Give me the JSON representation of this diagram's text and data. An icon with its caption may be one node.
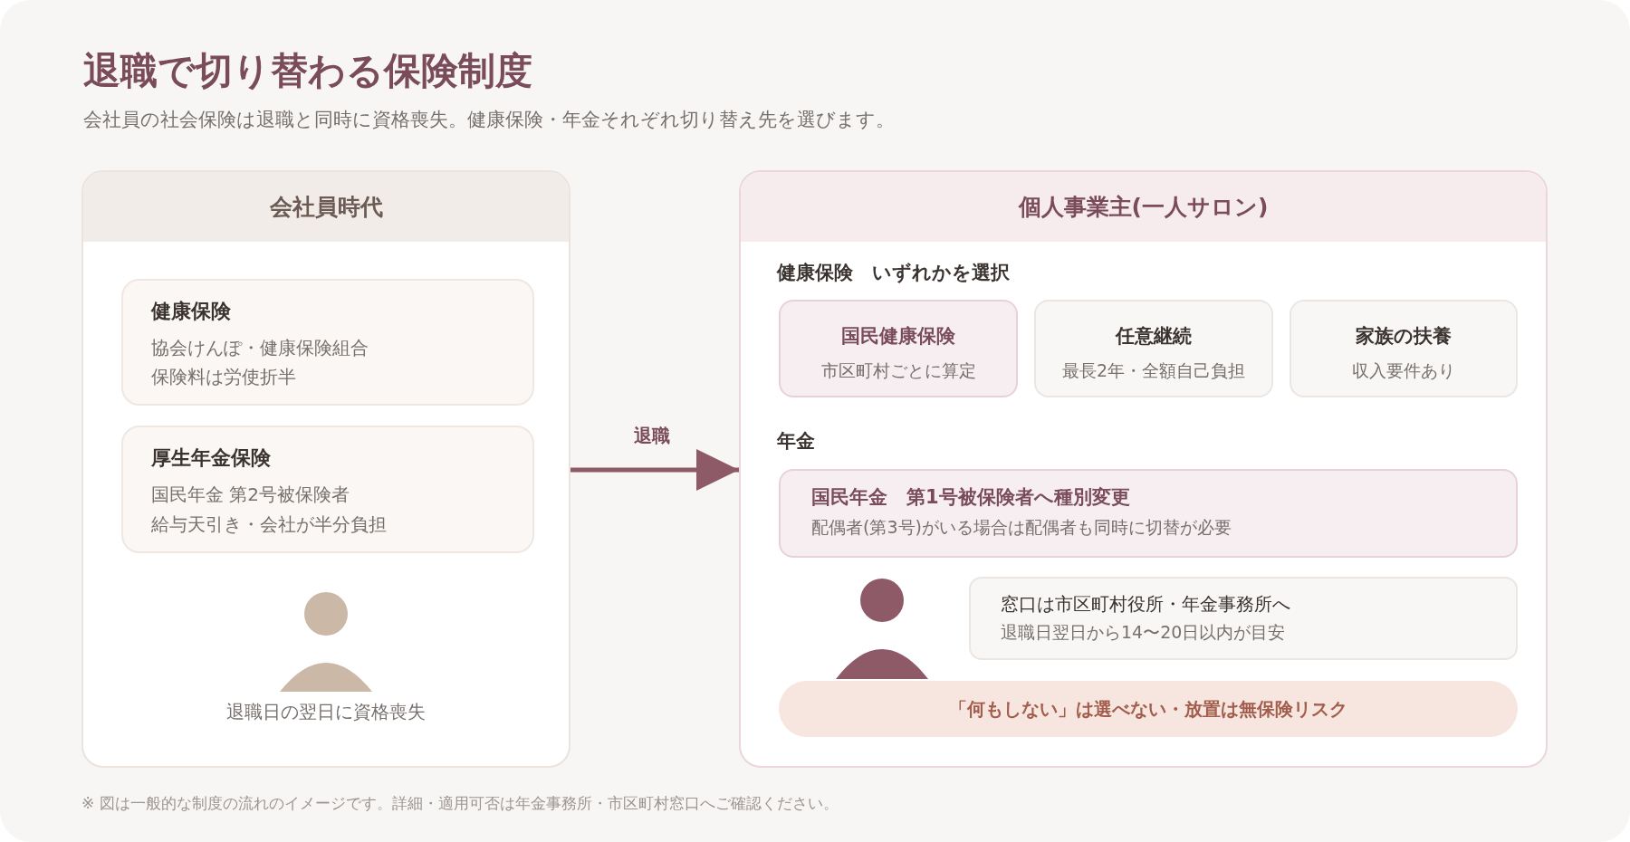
{
  "diagram": {
    "title": "退職で切り替わる保険制度",
    "nodes": [
      {
        "text": [
          "会社員時代",
          "退職日の翌日に資格喪失"
        ]
      },
      {
        "text": [
          "健康保険",
          "協会けんぽ・健康保険組合",
          "保険料は労使折半"
        ],
        "in": 0
      },
      {
        "text": [
          "厚生年金保険",
          "国民年金 第2号被保険者",
          "給与天引き・会社が半分負担"
        ],
        "in": 0
      },
      {
        "text": [
          "個人事業主(一人サロン)",
          "健康保険　いずれかを選択",
          "年金"
        ]
      },
      {
        "text": [
          "国民健康保険",
          "市区町村ごとに算定"
        ],
        "in": 3
      },
      {
        "text": [
          "任意継続",
          "最長2年・全額自己負担"
        ],
        "in": 3
      },
      {
        "text": [
          "家族の扶養",
          "収入要件あり"
        ],
        "in": 3
      },
      {
        "text": [
          "国民年金　第1号被保険者へ種別変更",
          "配偶者(第3号)がいる場合は配偶者も同時に切替が必要"
        ],
        "in": 3
      },
      {
        "text": [
          "窓口は市区町村役所・年金事務所へ",
          "退職日翌日から14〜20日以内が目安"
        ],
        "in": 3
      },
      {
        "text": [
          "「何もしない」は選べない・放置は無保険リスク"
        ],
        "in": 3
      }
    ],
    "edges": [
      {
        "from": 0,
        "to": 3,
        "arrow": "to",
        "label": "退職"
      }
    ],
    "labels": [
      "会社員の社会保険は退職と同時に資格喪失。健康保険・年金それぞれ切り替え先を選びます。",
      "※ 図は一般的な制度の流れのイメージです。詳細・適用可否は年金事務所・市区町村窓口へご確認ください。"
    ]
  }
}
